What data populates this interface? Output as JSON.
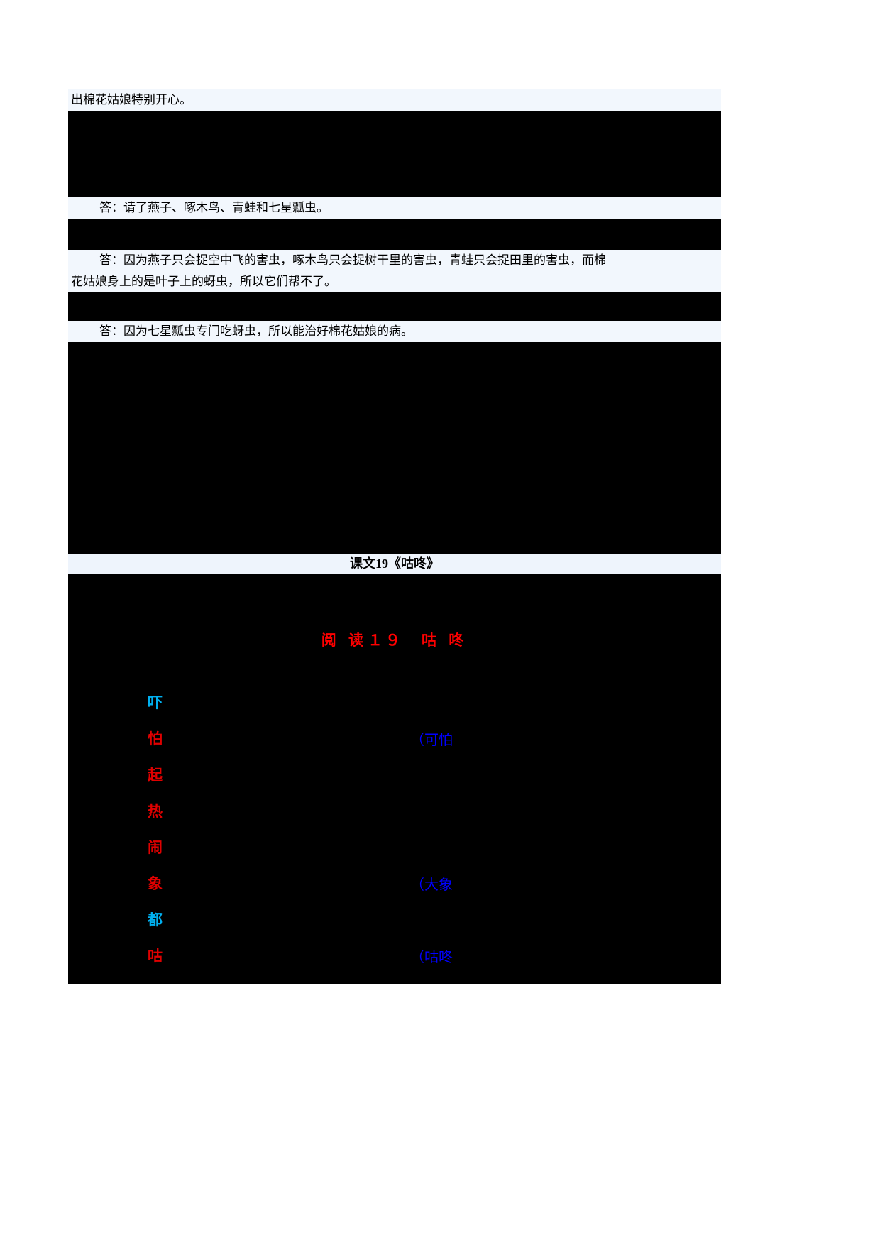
{
  "page": {
    "background": "#ffffff",
    "paper_tint": "#f2f7fd",
    "accent_red": "#e00000",
    "accent_blue": "#0000ff",
    "accent_cyan": "#00b0f0"
  },
  "document": {
    "line_1": "出棉花姑娘特别开心。",
    "answer_1": "答：请了燕子、啄木鸟、青蛙和七星瓢虫。",
    "answer_2_line_1": "答：因为燕子只会捉空中飞的害虫，啄木鸟只会捉树干里的害虫，青蛙只会捉田里的害虫，而棉",
    "answer_2_line_2": "花姑娘身上的是叶子上的蚜虫，所以它们帮不了。",
    "answer_3": "答：因为七星瓢虫专门吃蚜虫，所以能治好棉花姑娘的病。",
    "section_heading": "课文19《咕咚》"
  },
  "worksheet": {
    "title_main": "阅 读",
    "title_number": "１９",
    "title_word": "咕 咚",
    "rows": [
      {
        "char": "吓",
        "color": "cyan",
        "note": ""
      },
      {
        "char": "怕",
        "color": "red",
        "note": "（可怕"
      },
      {
        "char": "起",
        "color": "red",
        "note": ""
      },
      {
        "char": "热",
        "color": "red",
        "note": ""
      },
      {
        "char": "闹",
        "color": "red",
        "note": ""
      },
      {
        "char": "象",
        "color": "red",
        "note": "（大象"
      },
      {
        "char": "都",
        "color": "cyan",
        "note": ""
      },
      {
        "char": "咕",
        "color": "red",
        "note": "（咕咚"
      }
    ]
  }
}
